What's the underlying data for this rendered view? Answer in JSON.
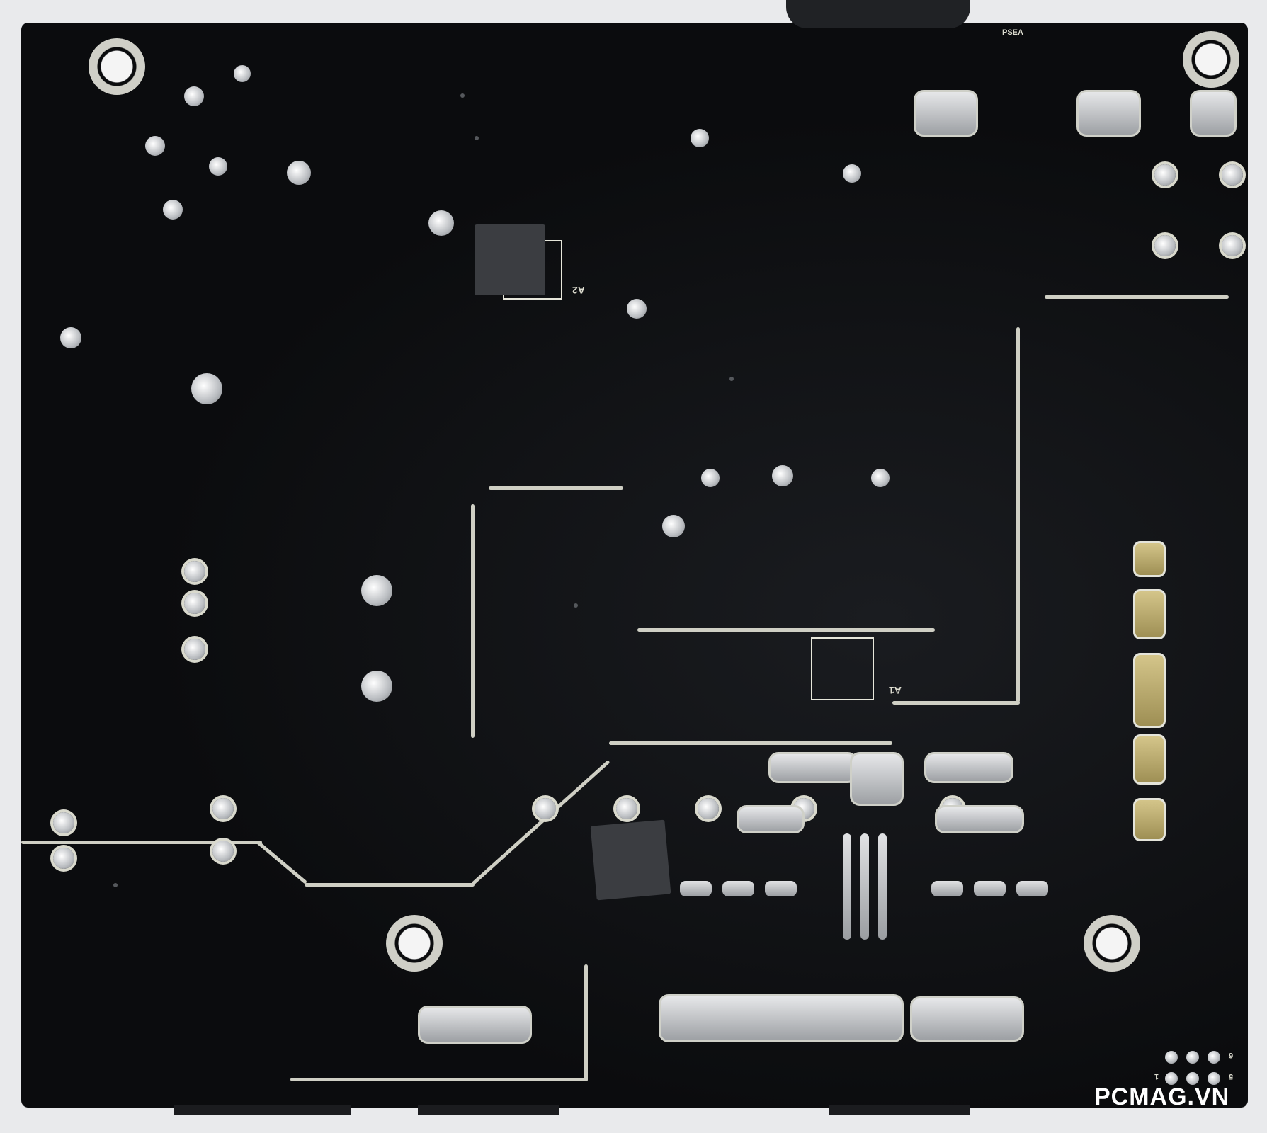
{
  "image": {
    "subject": "Bottom side of a black printed circuit board with through-hole solder joints and SMD pads",
    "background_color": "#e9eaec",
    "board_color": "#0b0c0e",
    "silkscreen_color": "#dcdcd0",
    "solder_color": "#c9ccd0"
  },
  "silkscreen_labels": {
    "a1": "A1",
    "a2": "A2",
    "top_code": "PSEA",
    "pin_1": "1",
    "pin_5": "5",
    "pin_6": "6"
  },
  "watermark": {
    "text": "PCMAG.VN"
  }
}
